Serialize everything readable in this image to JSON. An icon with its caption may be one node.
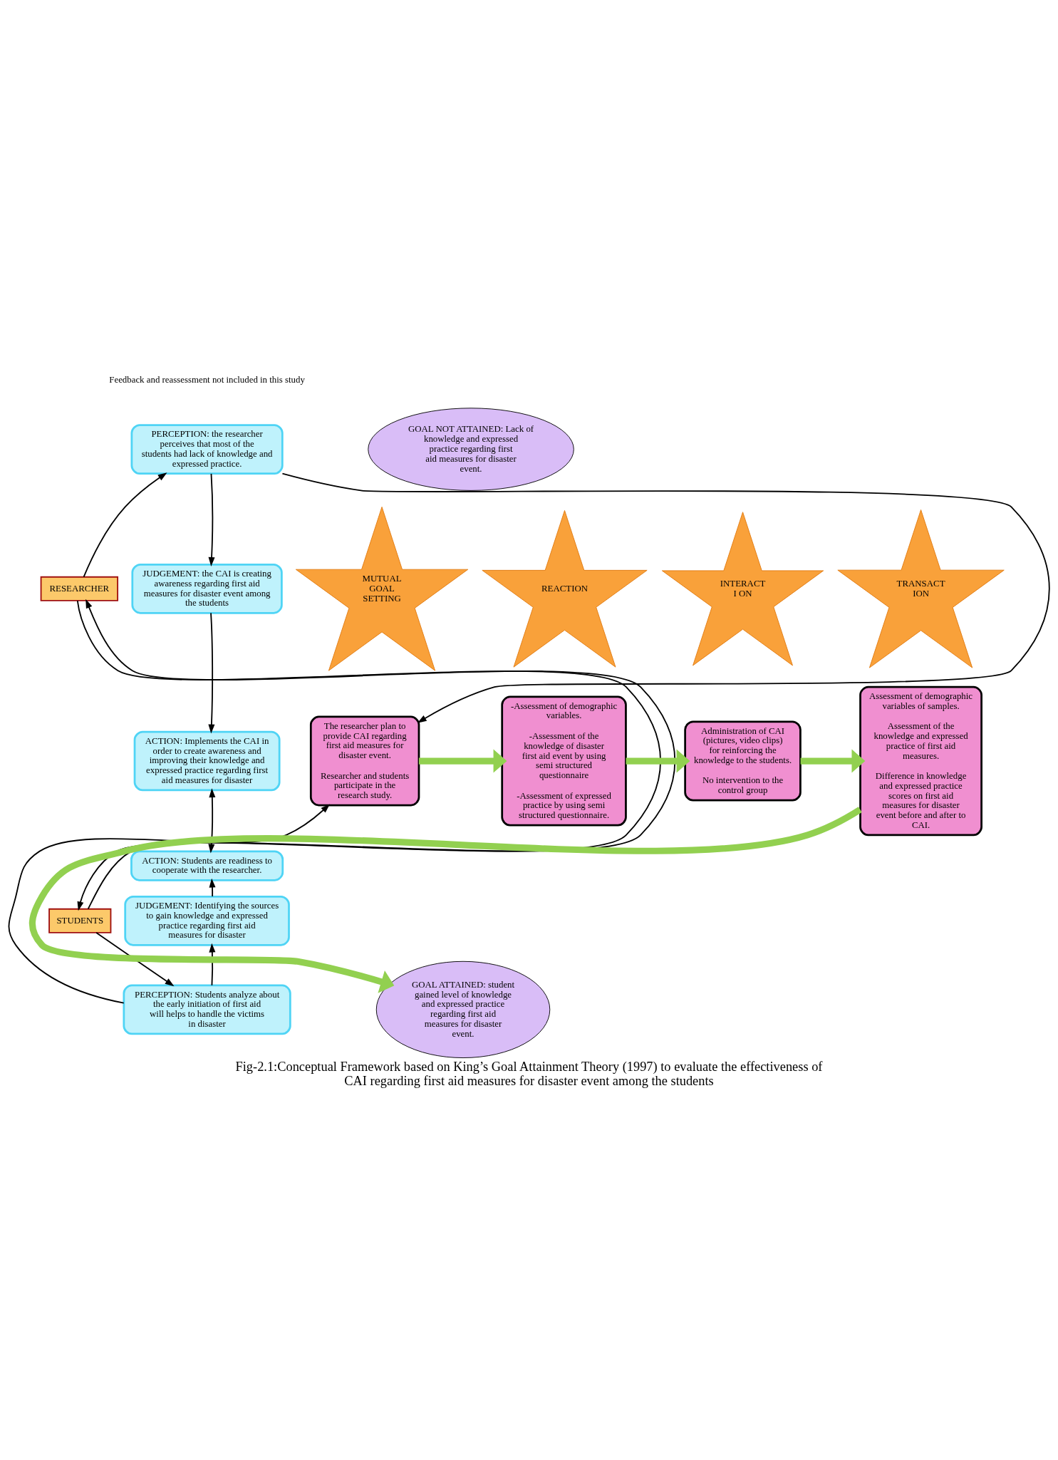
{
  "diagram": {
    "caption": "Fig-2.1:Conceptual Framework based on King’s Goal Attainment Theory (1997) to evaluate the effectiveness of CAI regarding first aid measures for disaster event among the students",
    "nodes": [
      {
        "text": [
          "RESEARCHER"
        ]
      },
      {
        "text": [
          "STUDENTS"
        ]
      },
      {
        "text": [
          "PERCEPTION: the researcher perceives that most of the students had lack of knowledge and expressed practice."
        ]
      },
      {
        "text": [
          "JUDGEMENT: the CAI is creating awareness regarding first aid measures for disaster event among the students"
        ]
      },
      {
        "text": [
          "ACTION: Implements the CAI in order to create awareness and improving their knowledge and expressed practice regarding first aid measures for disaster"
        ]
      },
      {
        "text": [
          "ACTION: Students are readiness to cooperate with the researcher."
        ]
      },
      {
        "text": [
          "JUDGEMENT: Identifying the sources to gain knowledge and expressed practice regarding first aid measures for disaster"
        ]
      },
      {
        "text": [
          "PERCEPTION: Students analyze about the early initiation of first aid will helps to handle the victims in disaster"
        ]
      },
      {
        "text": [
          "MUTUAL GOAL SETTING"
        ]
      },
      {
        "text": [
          "REACTION"
        ]
      },
      {
        "text": [
          "INTERACTI ON"
        ]
      },
      {
        "text": [
          "TRANSACTION"
        ]
      },
      {
        "text": [
          "The researcher plan to provide CAI regarding first aid measures for disaster event.",
          "Researcher and students participate in the research study."
        ]
      },
      {
        "text": [
          "-Assessment of demographic variables.",
          "-Assessment of the knowledge of disaster first aid event by using semi structured questionnaire",
          "-Assessment of expressed practice by using semi structured questionnaire."
        ]
      },
      {
        "text": [
          "Administration of CAI (pictures, video clips) for reinforcing the knowledge to the students.",
          "No intervention to the control group"
        ]
      },
      {
        "text": [
          "Assessment of demographic variables of samples.",
          "Assessment of the knowledge and expressed practice of first aid measures.",
          "Difference in knowledge and expressed practice scores on first aid measures for disaster event before and after to CAI."
        ]
      },
      {
        "text": [
          "GOAL NOT ATTAINED: Lack of knowledge and expressed practice regarding first aid measures for disaster event."
        ]
      },
      {
        "text": [
          "GOAL ATTAINED: student gained level of knowledge and expressed practice regarding first aid measures for disaster event."
        ]
      }
    ],
    "edges": [
      {
        "from": 0,
        "to": 1,
        "arrow": "to"
      },
      {
        "from": 1,
        "to": 0,
        "arrow": "to"
      },
      {
        "from": 0,
        "to": 2,
        "arrow": "to"
      },
      {
        "from": 1,
        "to": 7,
        "arrow": "to"
      },
      {
        "from": 2,
        "to": 3,
        "arrow": "to"
      },
      {
        "from": 3,
        "to": 4,
        "arrow": "to"
      },
      {
        "from": 4,
        "to": 5,
        "arrow": "both"
      },
      {
        "from": 6,
        "to": 5,
        "arrow": "to"
      },
      {
        "from": 7,
        "to": 6,
        "arrow": "to"
      },
      {
        "from": 2,
        "to": 12,
        "arrow": "to"
      },
      {
        "from": 7,
        "to": 12,
        "arrow": "to"
      },
      {
        "from": 12,
        "to": 13,
        "arrow": "to",
        "style": "thick",
        "color": "#92d050"
      },
      {
        "from": 13,
        "to": 14,
        "arrow": "to",
        "style": "thick",
        "color": "#92d050"
      },
      {
        "from": 14,
        "to": 15,
        "arrow": "to",
        "style": "thick",
        "color": "#92d050"
      },
      {
        "from": 15,
        "to": 17,
        "arrow": "to",
        "style": "thick",
        "color": "#92d050"
      }
    ],
    "labels": [
      "Feedback and reassessment not included in this study"
    ]
  }
}
